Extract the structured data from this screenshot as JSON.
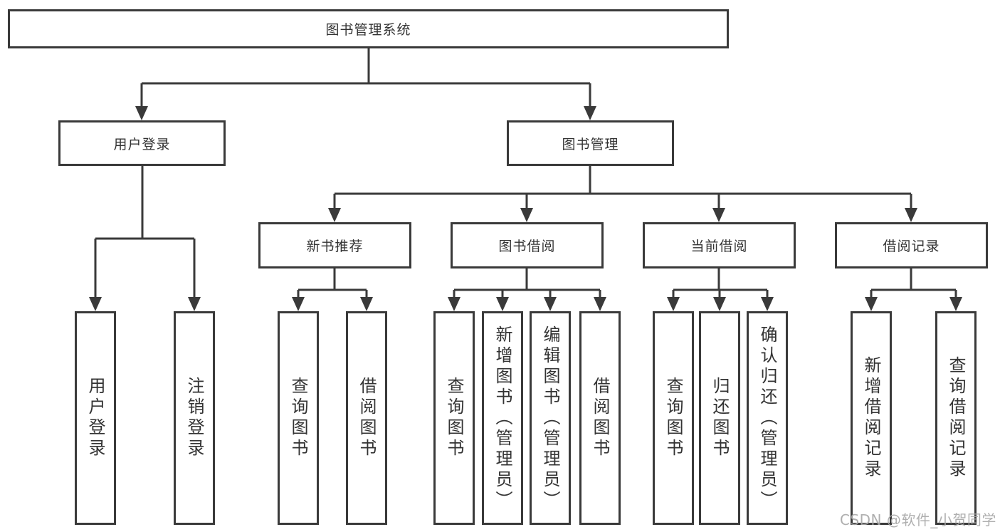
{
  "diagram": {
    "root": {
      "label": "图书管理系统"
    },
    "branches": [
      {
        "label": "用户登录",
        "children": [
          {
            "label": "用户登录"
          },
          {
            "label": "注销登录"
          }
        ]
      },
      {
        "label": "图书管理",
        "groups": [
          {
            "label": "新书推荐",
            "children": [
              {
                "label": "查询图书"
              },
              {
                "label": "借阅图书"
              }
            ]
          },
          {
            "label": "图书借阅",
            "children": [
              {
                "label": "查询图书"
              },
              {
                "label": "新增图书（管理员）"
              },
              {
                "label": "编辑图书（管理员）"
              },
              {
                "label": "借阅图书"
              }
            ]
          },
          {
            "label": "当前借阅",
            "children": [
              {
                "label": "查询图书"
              },
              {
                "label": "归还图书"
              },
              {
                "label": "确认归还（管理员）"
              }
            ]
          },
          {
            "label": "借阅记录",
            "children": [
              {
                "label": "新增借阅记录"
              },
              {
                "label": "查询借阅记录"
              }
            ]
          }
        ]
      }
    ]
  },
  "watermark": {
    "text": "CSDN @软件_小贺同学"
  },
  "colors": {
    "line": "#3a3a3a",
    "text": "#333333",
    "background": "#ffffff",
    "watermark": "#a8a8a8"
  }
}
